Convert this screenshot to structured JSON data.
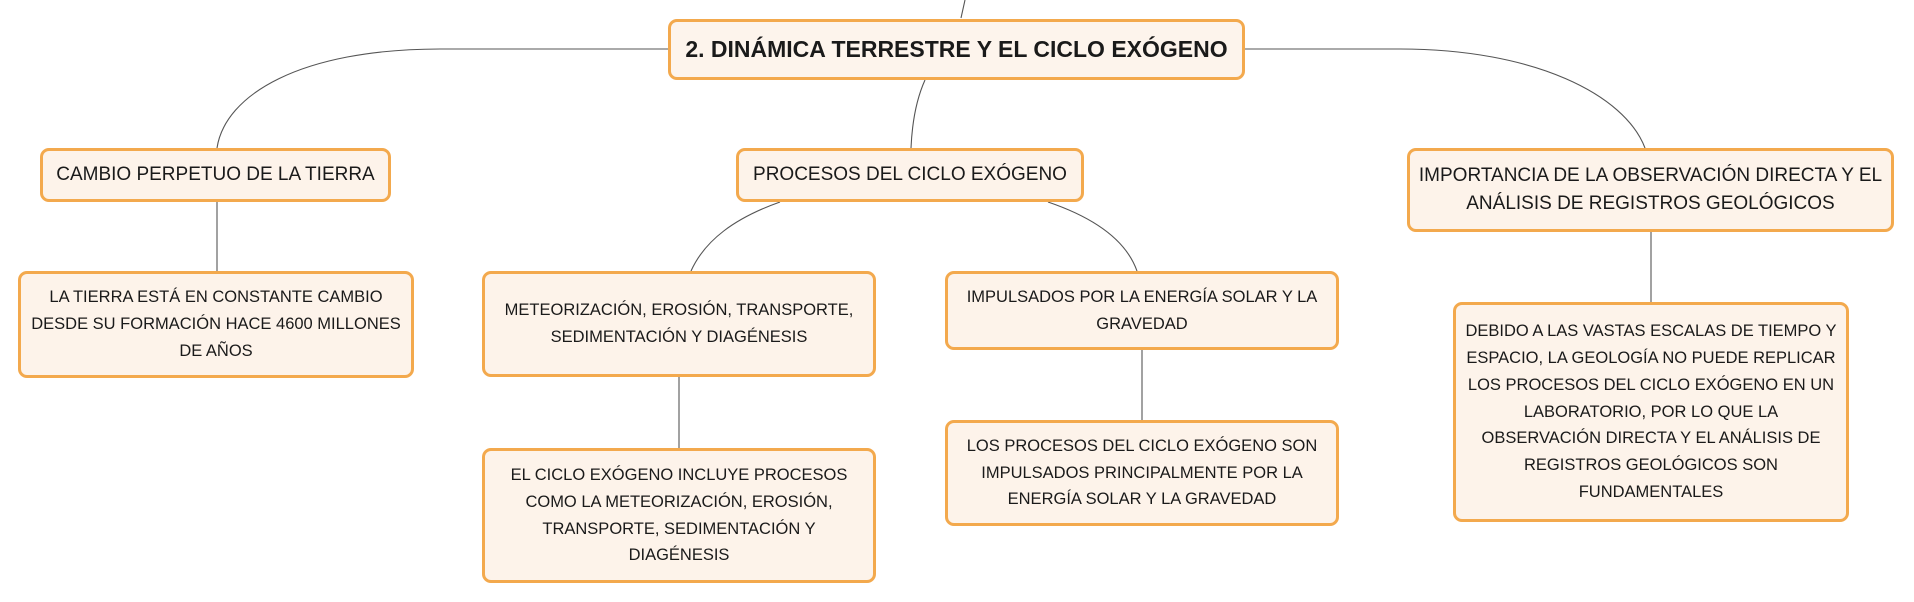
{
  "diagram": {
    "root": {
      "label": "2. DINÁMICA TERRESTRE Y EL CICLO EXÓGENO"
    },
    "branches": [
      {
        "label": "CAMBIO PERPETUO DE LA TIERRA",
        "details": [
          "LA TIERRA ESTÁ EN CONSTANTE CAMBIO DESDE SU FORMACIÓN HACE 4600 MILLONES DE AÑOS"
        ]
      },
      {
        "label": "PROCESOS DEL CICLO EXÓGENO",
        "children": [
          {
            "label": "METEORIZACIÓN, EROSIÓN, TRANSPORTE, SEDIMENTACIÓN Y DIAGÉNESIS",
            "detail": "EL CICLO EXÓGENO INCLUYE PROCESOS COMO LA METEORIZACIÓN, EROSIÓN, TRANSPORTE, SEDIMENTACIÓN Y DIAGÉNESIS"
          },
          {
            "label": "IMPULSADOS POR LA ENERGÍA SOLAR Y LA GRAVEDAD",
            "detail": "LOS PROCESOS DEL CICLO EXÓGENO SON IMPULSADOS PRINCIPALMENTE POR LA ENERGÍA SOLAR Y LA GRAVEDAD"
          }
        ]
      },
      {
        "label": "IMPORTANCIA DE LA OBSERVACIÓN DIRECTA Y EL ANÁLISIS DE REGISTROS GEOLÓGICOS",
        "details": [
          "DEBIDO A LAS VASTAS ESCALAS DE TIEMPO Y ESPACIO, LA GEOLOGÍA NO PUEDE REPLICAR LOS PROCESOS DEL CICLO EXÓGENO EN UN LABORATORIO, POR LO QUE LA OBSERVACIÓN DIRECTA Y EL ANÁLISIS DE REGISTROS GEOLÓGICOS SON FUNDAMENTALES"
        ]
      }
    ],
    "colors": {
      "node_fill": "#fdf3ea",
      "node_border": "#f3a94d",
      "connector": "#555555",
      "text": "#1a1a1a"
    }
  }
}
